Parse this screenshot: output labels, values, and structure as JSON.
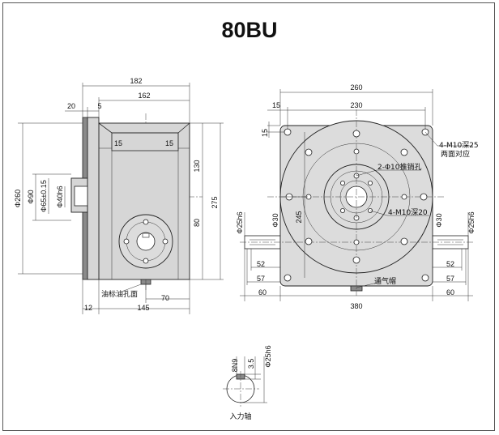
{
  "title": "80BU",
  "side_view": {
    "dim_182": "182",
    "dim_162": "162",
    "dim_20": "20",
    "dim_5": "5",
    "dim_15_left": "15",
    "dim_15_right": "15",
    "dim_130": "130",
    "dim_80": "80",
    "dim_275": "275",
    "dim_phi260": "Φ260",
    "dim_phi90": "Φ90",
    "dim_phi65": "Φ65±0.15",
    "dim_phi40": "Φ40h6",
    "dim_12": "12",
    "dim_145": "145",
    "dim_70": "70",
    "note_oil": "油标油孔面"
  },
  "front_view": {
    "dim_260": "260",
    "dim_230": "230",
    "dim_15_top": "15",
    "dim_15_left": "15",
    "dim_245": "245",
    "dim_phi30_left": "Φ30",
    "dim_phi25_left": "Φ25h6",
    "dim_phi30_right": "Φ30",
    "dim_phi25_right": "Φ25h6",
    "dim_52_left": "52",
    "dim_57_left": "57",
    "dim_60_left": "60",
    "dim_52_right": "52",
    "dim_57_right": "57",
    "dim_60_right": "60",
    "dim_380": "380",
    "note_m10_25": "4-M10深25",
    "note_both_sides": "两面对应",
    "note_pin": "2-Φ10推销孔",
    "note_m10_20": "4-M10深20",
    "note_vent": "通气帽"
  },
  "shaft_detail": {
    "dim_8n9": "8N9",
    "dim_3_5": "3.5",
    "dim_phi25": "Φ25h6",
    "caption": "入力轴"
  }
}
